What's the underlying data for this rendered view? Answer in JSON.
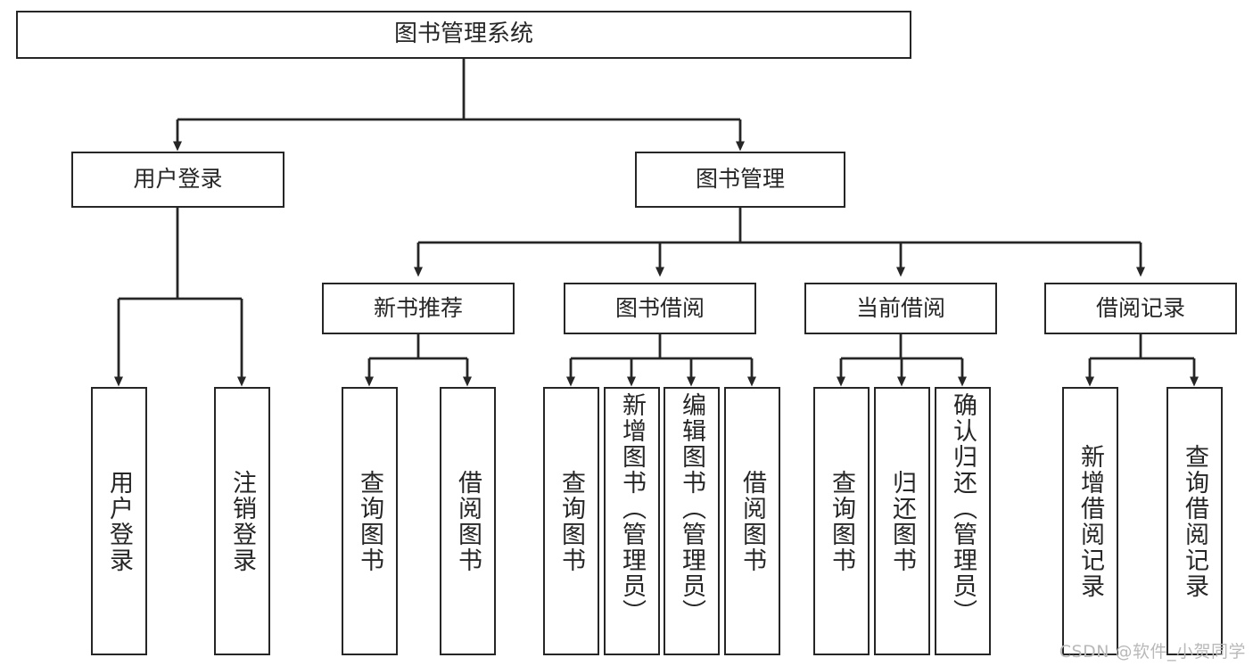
{
  "diagram": {
    "type": "tree-hierarchy",
    "title": "图书管理系统",
    "watermark": "CSDN @软件_小贺同学",
    "colors": {
      "stroke": "#262626",
      "fill": "#ffffff",
      "watermark": "#b9b9b9"
    },
    "root": {
      "id": "root",
      "label": "图书管理系统"
    },
    "level1": [
      {
        "id": "user-login",
        "label": "用户登录"
      },
      {
        "id": "book-management",
        "label": "图书管理"
      }
    ],
    "level2": [
      {
        "id": "new-book-recommend",
        "label": "新书推荐",
        "parent": "book-management"
      },
      {
        "id": "book-borrow",
        "label": "图书借阅",
        "parent": "book-management"
      },
      {
        "id": "current-borrow",
        "label": "当前借阅",
        "parent": "book-management"
      },
      {
        "id": "borrow-record",
        "label": "借阅记录",
        "parent": "book-management"
      }
    ],
    "leaves": [
      {
        "id": "leaf-user-login",
        "label": "用户登录",
        "parent": "user-login"
      },
      {
        "id": "leaf-logout-login",
        "label": "注销登录",
        "parent": "user-login"
      },
      {
        "id": "leaf-query-book-1",
        "label": "查询图书",
        "parent": "new-book-recommend"
      },
      {
        "id": "leaf-borrow-book-1",
        "label": "借阅图书",
        "parent": "new-book-recommend"
      },
      {
        "id": "leaf-query-book-2",
        "label": "查询图书",
        "parent": "book-borrow"
      },
      {
        "id": "leaf-add-book",
        "label": "新增图书（管理员）",
        "parent": "book-borrow"
      },
      {
        "id": "leaf-edit-book",
        "label": "编辑图书（管理员）",
        "parent": "book-borrow"
      },
      {
        "id": "leaf-borrow-book-2",
        "label": "借阅图书",
        "parent": "book-borrow"
      },
      {
        "id": "leaf-query-book-3",
        "label": "查询图书",
        "parent": "current-borrow"
      },
      {
        "id": "leaf-return-book",
        "label": "归还图书",
        "parent": "current-borrow"
      },
      {
        "id": "leaf-confirm-return",
        "label": "确认归还（管理员）",
        "parent": "current-borrow"
      },
      {
        "id": "leaf-add-record",
        "label": "新增借阅记录",
        "parent": "borrow-record"
      },
      {
        "id": "leaf-query-record",
        "label": "查询借阅记录",
        "parent": "borrow-record"
      }
    ]
  }
}
